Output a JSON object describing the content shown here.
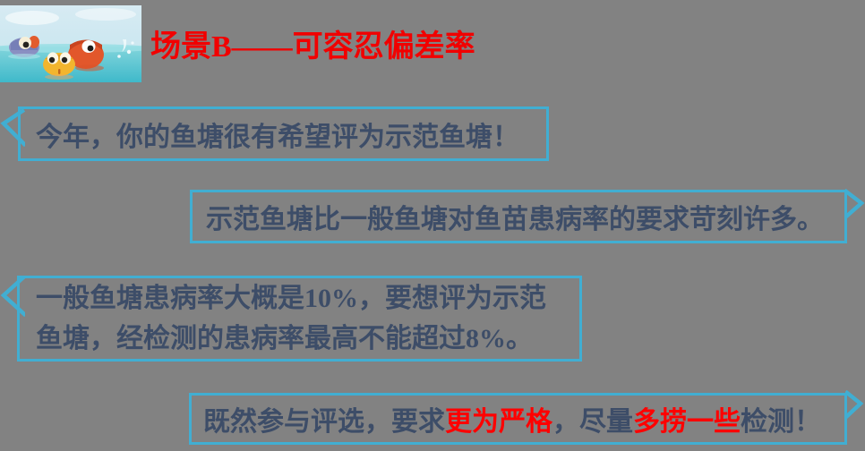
{
  "slide": {
    "background_color": "#828282",
    "title": {
      "text": "场景B——可容忍偏差率",
      "color": "#f10000"
    },
    "clipart": {
      "name": "fish-in-water",
      "description": "三条卡通鱼露出水面的插图"
    },
    "style": {
      "bubble_border_color": "#41aed2",
      "text_color": "#3d4d68",
      "emphasis_color": "#ff0000"
    },
    "bubbles": [
      {
        "id": "bubble-1",
        "tail": "left",
        "lines": [
          "今年，你的鱼塘很有希望评为示范鱼塘！"
        ]
      },
      {
        "id": "bubble-2",
        "tail": "right",
        "lines": [
          "示范鱼塘比一般鱼塘对鱼苗患病率的要求苛刻许多。"
        ]
      },
      {
        "id": "bubble-3",
        "tail": "left",
        "lines": [
          "一般鱼塘患病率大概是10%，要想评为示范",
          "鱼塘，经检测的患病率最高不能超过8%。"
        ]
      },
      {
        "id": "bubble-4",
        "tail": "right",
        "segments": [
          {
            "text": "既然参与评选，要求",
            "emphasis": false
          },
          {
            "text": "更为严格",
            "emphasis": true
          },
          {
            "text": "，尽量",
            "emphasis": false
          },
          {
            "text": "多捞一些",
            "emphasis": true
          },
          {
            "text": "检测！",
            "emphasis": false
          }
        ]
      }
    ]
  }
}
